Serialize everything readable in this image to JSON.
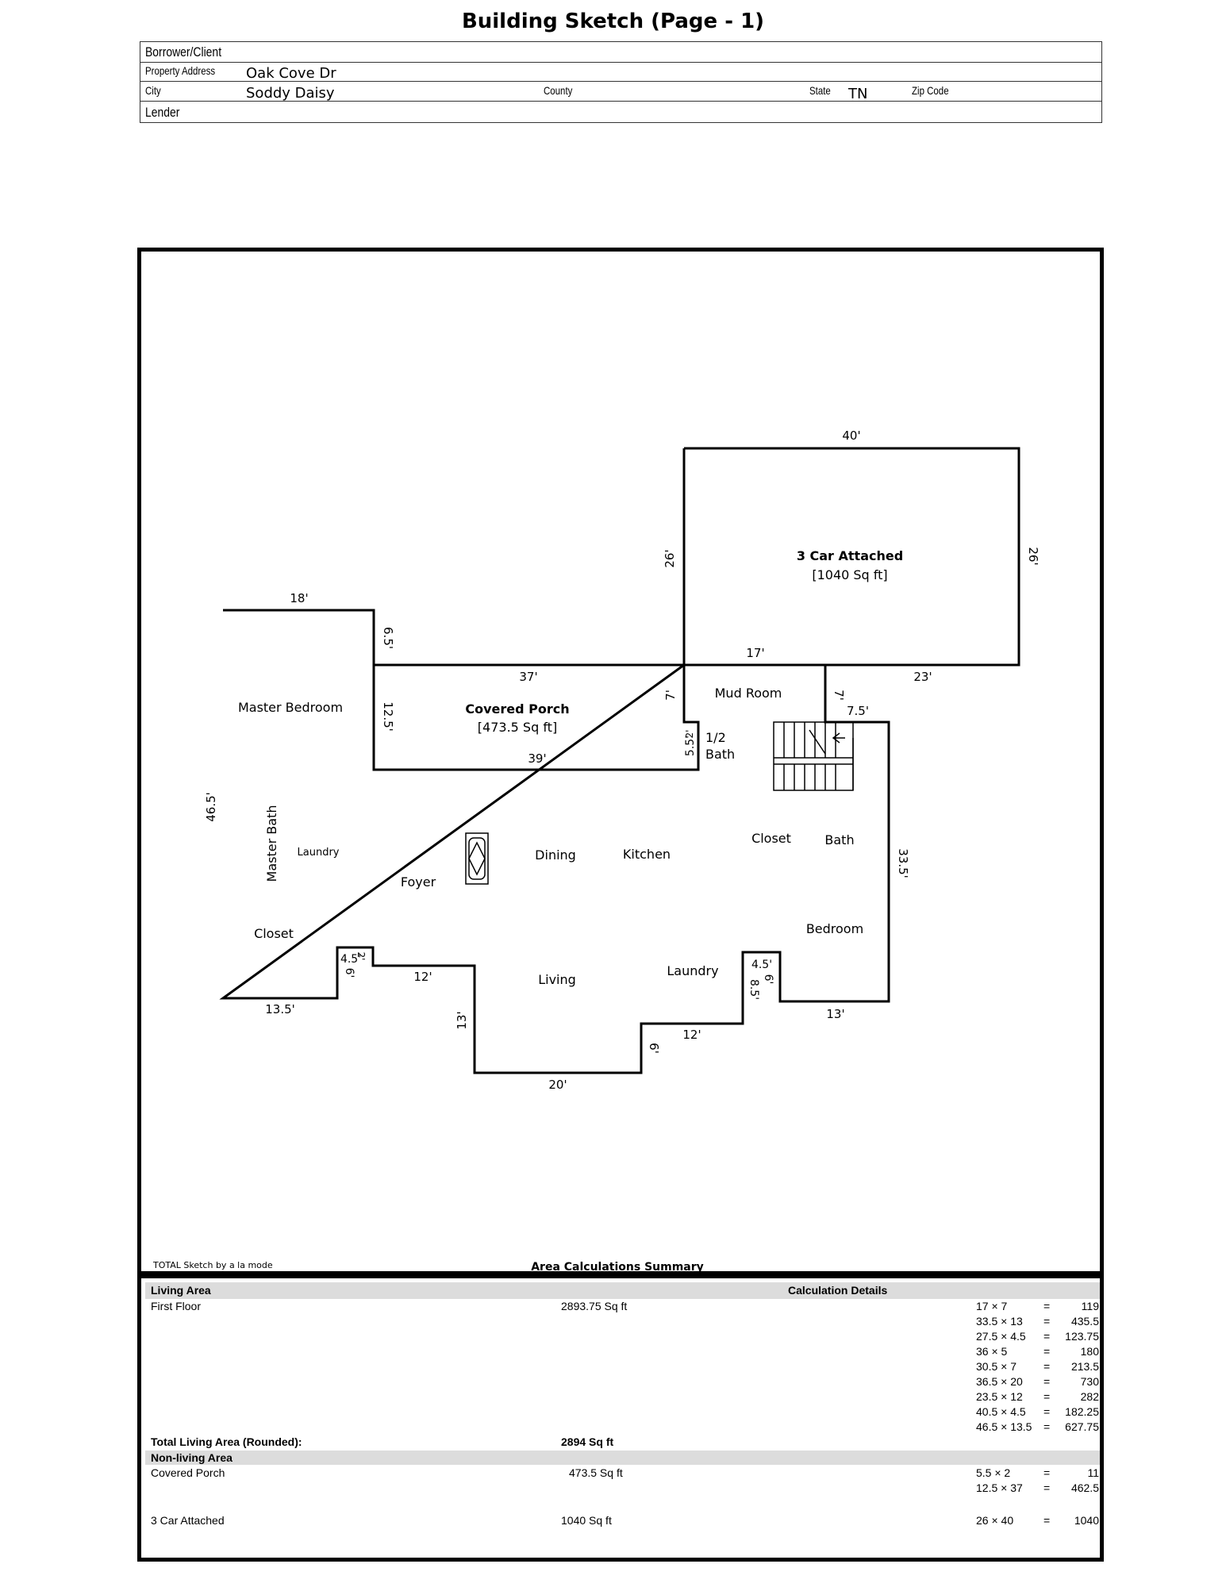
{
  "title": "Building Sketch (Page - 1)",
  "header": {
    "borrower_label": "Borrower/Client",
    "borrower_value": "",
    "property_label": "Property Address",
    "property_value": "Oak Cove Dr",
    "city_label": "City",
    "city_value": "Soddy Daisy",
    "county_label": "County",
    "county_value": "",
    "state_label": "State",
    "state_value": "TN",
    "zip_label": "Zip Code",
    "zip_value": "",
    "lender_label": "Lender",
    "lender_value": ""
  },
  "sketch": {
    "rooms": {
      "garage_name": "3 Car Attached",
      "garage_area": "[1040 Sq ft]",
      "porch_name": "Covered Porch",
      "porch_area": "[473.5 Sq ft]",
      "mud_room": "Mud Room",
      "half_bath_1": "1/2",
      "half_bath_2": "Bath",
      "master_bedroom": "Master Bedroom",
      "master_bath": "Master Bath",
      "laundry_left": "Laundry",
      "foyer": "Foyer",
      "dining": "Dining",
      "kitchen": "Kitchen",
      "closet_right": "Closet",
      "bath": "Bath",
      "bedroom": "Bedroom",
      "closet_left": "Closet",
      "living": "Living",
      "laundry_right": "Laundry"
    },
    "dims": {
      "garage_top": "40'",
      "garage_left": "26'",
      "garage_right": "26'",
      "garage_bottom_left": "17'",
      "garage_bottom_right": "23'",
      "mb_top": "18'",
      "mb_right": "6.5'",
      "porch_top": "37'",
      "porch_left": "12.5'",
      "porch_bottom": "39'",
      "mud_left": "7'",
      "small_55": "5.5'",
      "small_2": "2'",
      "mud_right": "7'",
      "stair_top": "7.5'",
      "left_side": "46.5'",
      "right_side": "33.5'",
      "bottom_left": "13.5'",
      "notch_45": "4.5'",
      "notch_2": "2'",
      "notch_6": "6'",
      "left_12": "12'",
      "left_13": "13'",
      "bottom_20": "20'",
      "right_6": "6'",
      "right_12": "12'",
      "notch_r_45": "4.5'",
      "notch_r_6": "6'",
      "notch_r_85": "8.5'",
      "bottom_right_13": "13'"
    },
    "credit": "TOTAL Sketch by a la mode",
    "summary_title": "Area Calculations Summary"
  },
  "summary": {
    "living_area_label": "Living Area",
    "calc_details_label": "Calculation Details",
    "first_floor_label": "First Floor",
    "first_floor_value": "2893.75 Sq ft",
    "first_floor_calcs": [
      {
        "expr": "17 × 7",
        "result": "119"
      },
      {
        "expr": "33.5 × 13",
        "result": "435.5"
      },
      {
        "expr": "27.5 × 4.5",
        "result": "123.75"
      },
      {
        "expr": "36 × 5",
        "result": "180"
      },
      {
        "expr": "30.5 × 7",
        "result": "213.5"
      },
      {
        "expr": "36.5 × 20",
        "result": "730"
      },
      {
        "expr": "23.5 × 12",
        "result": "282"
      },
      {
        "expr": "40.5 × 4.5",
        "result": "182.25"
      },
      {
        "expr": "46.5 × 13.5",
        "result": "627.75"
      }
    ],
    "equals": "=",
    "total_living_label": "Total Living Area (Rounded):",
    "total_living_value": "2894 Sq ft",
    "non_living_label": "Non-living Area",
    "porch_label": "Covered Porch",
    "porch_value": "473.5 Sq ft",
    "porch_calcs": [
      {
        "expr": "5.5 × 2",
        "result": "11"
      },
      {
        "expr": "12.5 × 37",
        "result": "462.5"
      }
    ],
    "garage_label": "3 Car Attached",
    "garage_value": "1040 Sq ft",
    "garage_calcs": [
      {
        "expr": "26 × 40",
        "result": "1040"
      }
    ]
  }
}
